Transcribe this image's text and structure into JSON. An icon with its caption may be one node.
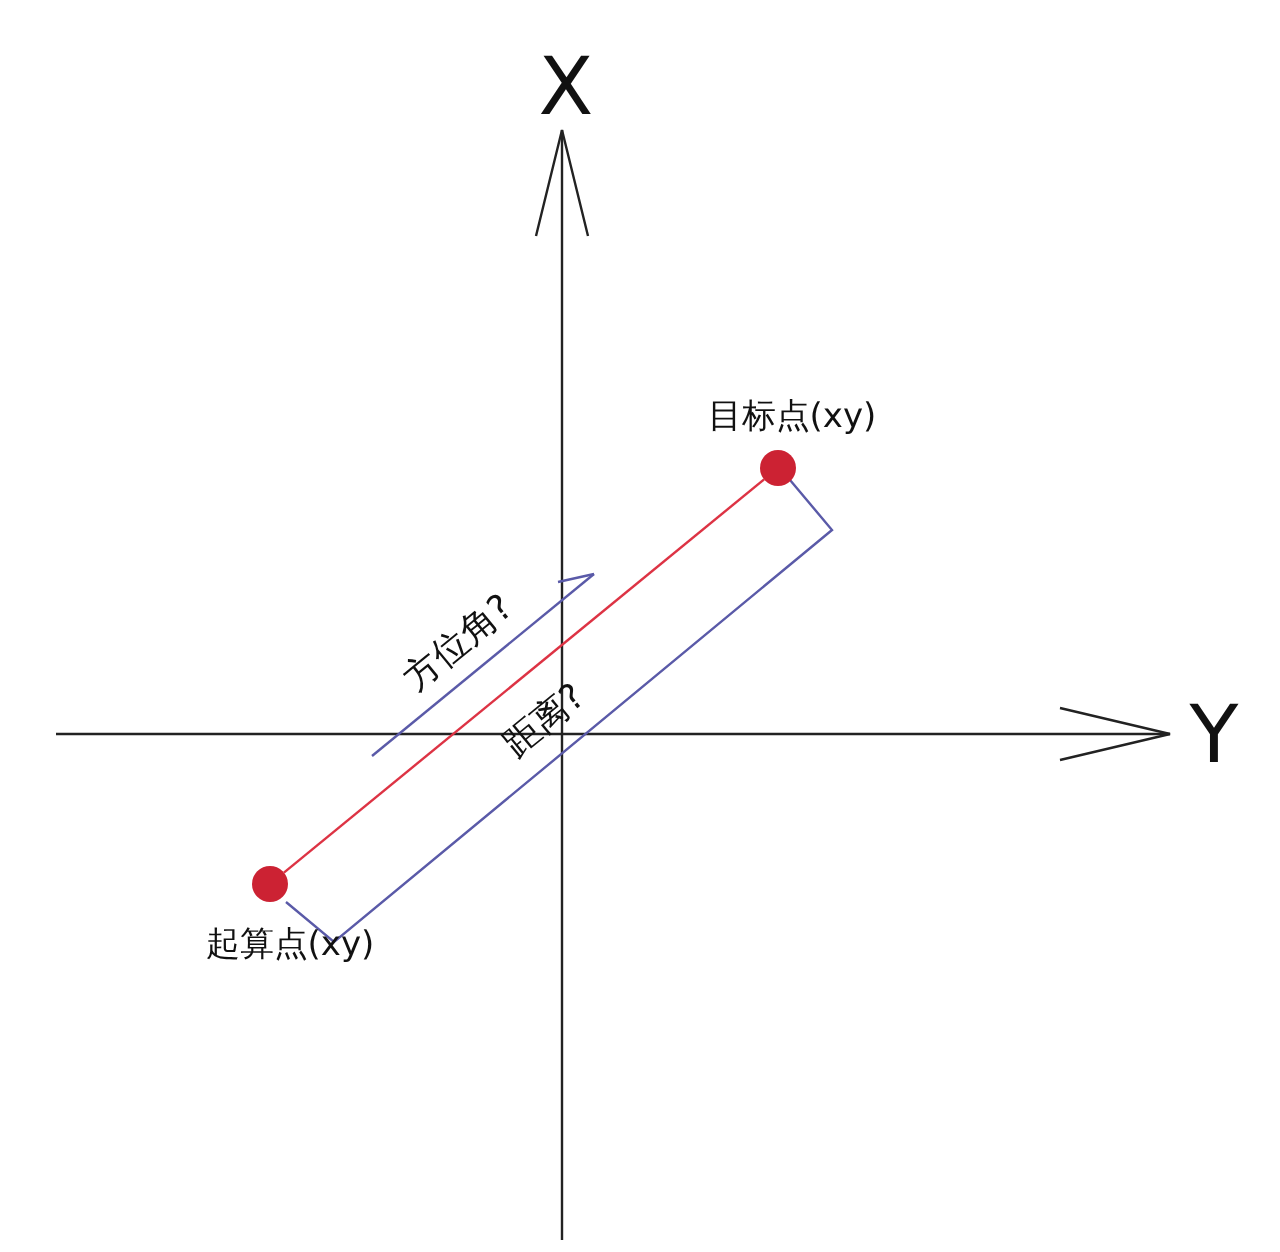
{
  "diagram": {
    "nodes": [
      {
        "text": [],
        "shape": "circle",
        "beside": [
          "目标点(xy)"
        ]
      },
      {
        "text": [],
        "shape": "circle",
        "beside": [
          "起算点(xy)"
        ]
      }
    ],
    "edges": [
      {
        "from": 1,
        "to": 0,
        "arrow": "none"
      }
    ],
    "labels": [
      "X",
      "Y",
      "方位角?",
      "距离?"
    ]
  }
}
